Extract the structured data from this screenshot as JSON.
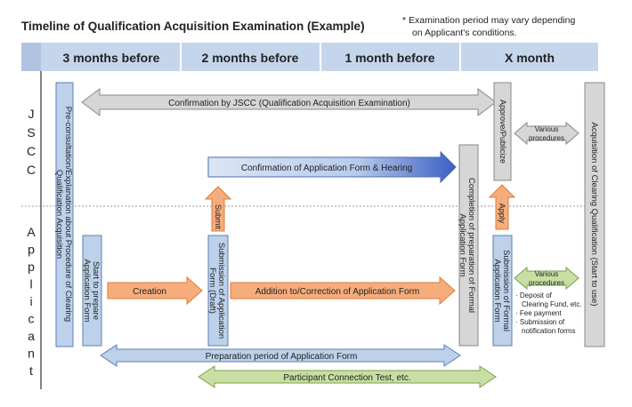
{
  "title": "Timeline of Qualification Acquisition Examination (Example)",
  "note_line1": "* Examination period may vary depending",
  "note_line2": "on Applicant's conditions.",
  "columns": [
    "3 months before",
    "2 months before",
    "1 month before",
    "X month"
  ],
  "rows": {
    "jscc": "JSCC",
    "applicant": "Applicant"
  },
  "boxes": {
    "pre_consultation_1": "Pre-consultation/Explanation about Procedure of Clearing",
    "pre_consultation_2": "Qualification Acquisition",
    "start_prepare_1": "Start to prepare",
    "start_prepare_2": "Application Form",
    "submission_draft_1": "Submission of Application",
    "submission_draft_2": "Form (Draft)",
    "completion_formal_1": "Completion of preparation of Formal",
    "completion_formal_2": "Application Form",
    "submission_formal_1": "Submission of Formal",
    "submission_formal_2": "Application Form",
    "approve": "Approve/Publicize",
    "acquisition": "Acquisition of Clearing Qualification (Start to use)"
  },
  "arrows": {
    "confirmation_jscc": "Confirmation by JSCC (Qualification Acquisition Examination)",
    "confirmation_form": "Confirmation of Application Form & Hearing",
    "submit": "Submit",
    "apply": "Apply",
    "creation": "Creation",
    "addition": "Addition to/Correction of Application Form",
    "preparation_period": "Preparation period of Application Form",
    "participant_test": "Participant Connection Test, etc.",
    "various_jscc_1": "Various",
    "various_jscc_2": "procedures",
    "various_app_1": "Various",
    "various_app_2": "procedures"
  },
  "procedures": [
    "· Deposit of",
    "Clearing Fund, etc.",
    "· Fee payment",
    "· Submission of",
    "notification forms"
  ],
  "colors": {
    "header_bg": "#c5d6ec",
    "blue_fill": "#bdd1ea",
    "blue_stroke": "#5b7fb4",
    "blue_grad": "#3b5fc4",
    "orange_fill": "#f5ad7c",
    "orange_stroke": "#e07b37",
    "green_fill": "#c8dea3",
    "green_stroke": "#7aa24a",
    "gray_fill": "#d6d6d6",
    "gray_stroke": "#888888"
  }
}
